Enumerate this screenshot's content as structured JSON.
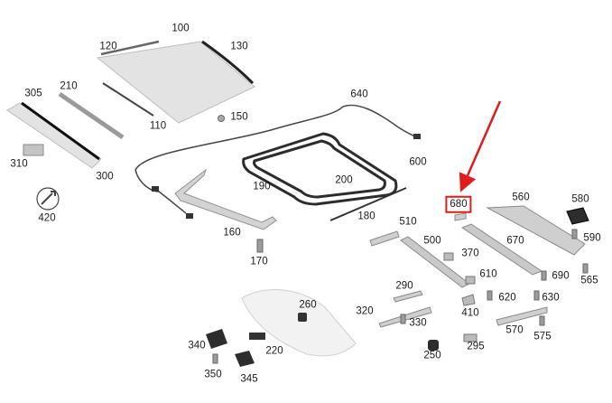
{
  "diagram": {
    "highlight_color": "#e01b1b",
    "part_numbers": {
      "p100": "100",
      "p110": "110",
      "p120": "120",
      "p130": "130",
      "p150": "150",
      "p160": "160",
      "p170": "170",
      "p180": "180",
      "p190": "190",
      "p200": "200",
      "p210": "210",
      "p220": "220",
      "p250": "250",
      "p260": "260",
      "p290": "290",
      "p295": "295",
      "p300": "300",
      "p305": "305",
      "p310": "310",
      "p320": "320",
      "p330": "330",
      "p340": "340",
      "p345": "345",
      "p350": "350",
      "p370": "370",
      "p410": "410",
      "p420": "420",
      "p500": "500",
      "p510": "510",
      "p560": "560",
      "p565": "565",
      "p570": "570",
      "p575": "575",
      "p580": "580",
      "p590": "590",
      "p600": "600",
      "p610": "610",
      "p620": "620",
      "p630": "630",
      "p640": "640",
      "p670": "670",
      "p680": "680",
      "p690": "690"
    }
  }
}
